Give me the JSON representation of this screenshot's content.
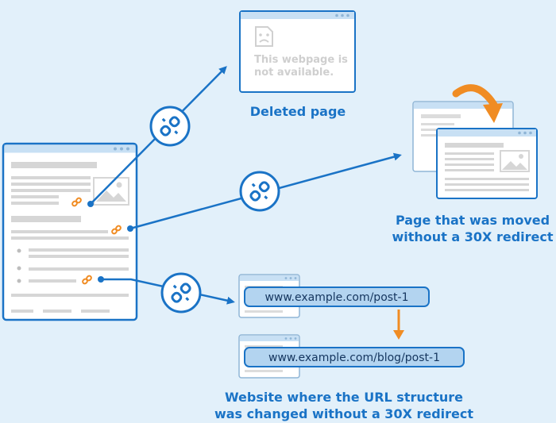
{
  "deleted_page": {
    "message_line1": "This webpage is",
    "message_line2": "not available.",
    "caption": "Deleted page"
  },
  "moved_page": {
    "caption_line1": "Page that was moved",
    "caption_line2": "without a 30X redirect"
  },
  "url_change": {
    "old_url": "www.example.com/post-1",
    "new_url": "www.example.com/blog/post-1",
    "caption_line1": "Website where the URL structure",
    "caption_line2": "was changed without a 30X redirect"
  },
  "colors": {
    "background": "#e2f0fa",
    "primary_blue": "#1a73c6",
    "accent_orange": "#f08c23",
    "page_bar": "#c8e0f4",
    "placeholder_gray": "#d6d6d6"
  },
  "icons": {
    "broken_link": "broken-link-icon",
    "chain_link": "chain-link-icon",
    "sad_face_page": "sad-page-icon",
    "image_placeholder": "image-icon",
    "arrow": "arrow-icon"
  }
}
